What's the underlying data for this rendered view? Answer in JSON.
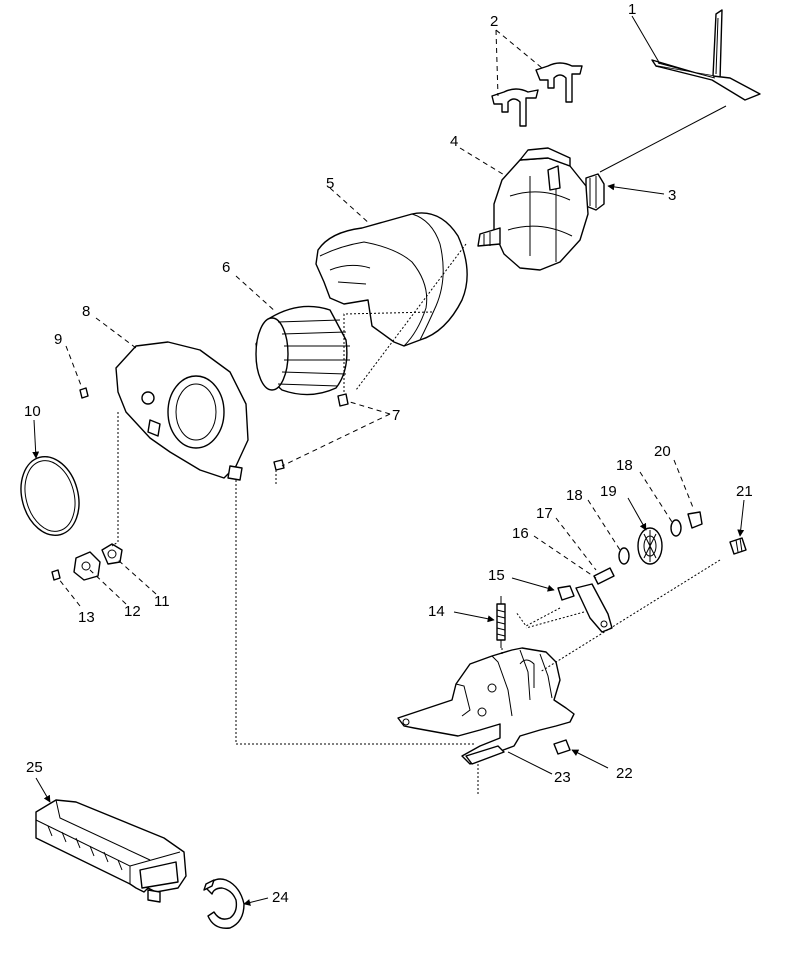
{
  "diagram": {
    "callouts": [
      "1",
      "2",
      "3",
      "4",
      "5",
      "6",
      "7",
      "8",
      "9",
      "10",
      "11",
      "12",
      "13",
      "14",
      "15",
      "16",
      "17",
      "18",
      "18",
      "19",
      "20",
      "21",
      "22",
      "23",
      "24",
      "25"
    ]
  },
  "icons": {
    "arrowhead": "arrowhead-icon"
  }
}
